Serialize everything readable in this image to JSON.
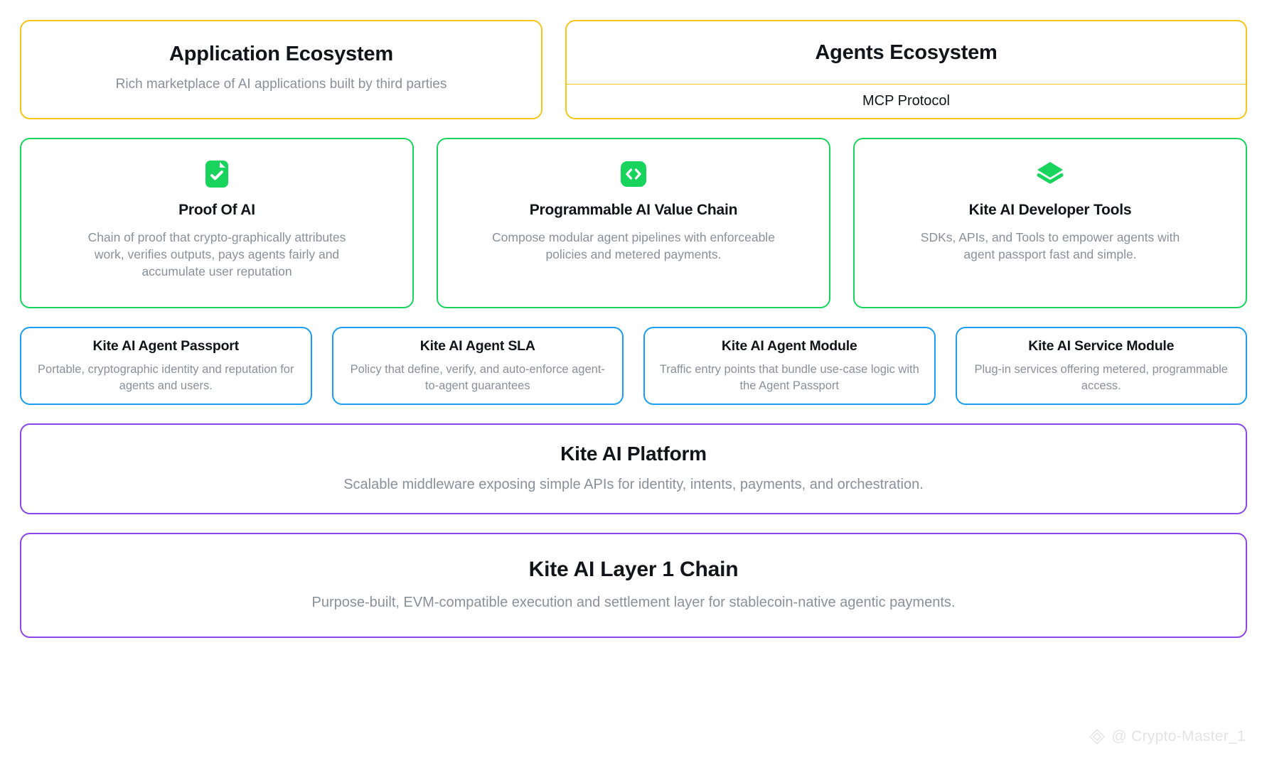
{
  "colors": {
    "ecosystem_border": "#f5c518",
    "feature_border": "#18d45c",
    "module_border": "#1b9df0",
    "layer_border": "#8b45e8",
    "icon_fill": "#18d45c",
    "title_text": "#111418",
    "desc_text": "#8a9099",
    "background": "#ffffff"
  },
  "ecosystems": {
    "application": {
      "title": "Application Ecosystem",
      "desc": "Rich marketplace of AI applications built by third parties"
    },
    "agents": {
      "title": "Agents Ecosystem",
      "protocol": "MCP Protocol"
    }
  },
  "features": [
    {
      "icon": "document-check-icon",
      "title": "Proof Of AI",
      "desc": "Chain of proof that crypto-graphically attributes work, verifies outputs, pays agents fairly and accumulate user reputation"
    },
    {
      "icon": "code-brackets-icon",
      "title": "Programmable AI Value Chain",
      "desc": "Compose modular agent pipelines with enforceable policies and metered payments."
    },
    {
      "icon": "layers-icon",
      "title": "Kite AI Developer Tools",
      "desc": "SDKs, APIs, and Tools to empower agents with agent passport fast and simple."
    }
  ],
  "modules": [
    {
      "title": "Kite AI Agent Passport",
      "desc": "Portable, cryptographic identity and reputation for agents and users."
    },
    {
      "title": "Kite AI Agent SLA",
      "desc": "Policy that define, verify, and auto-enforce agent-to-agent guarantees"
    },
    {
      "title": "Kite AI Agent Module",
      "desc": "Traffic entry points that bundle use-case logic with the Agent Passport"
    },
    {
      "title": "Kite AI Service Module",
      "desc": "Plug-in services offering metered, programmable access."
    }
  ],
  "layers": {
    "platform": {
      "title": "Kite AI Platform",
      "desc": "Scalable middleware exposing simple APIs for identity, intents, payments, and orchestration."
    },
    "chain": {
      "title": "Kite AI Layer 1 Chain",
      "desc": "Purpose-built, EVM-compatible execution and settlement layer for stablecoin-native agentic payments."
    }
  },
  "watermark": {
    "icon": "diamond-logo-icon",
    "handle": "@ Crypto-Master_1"
  }
}
